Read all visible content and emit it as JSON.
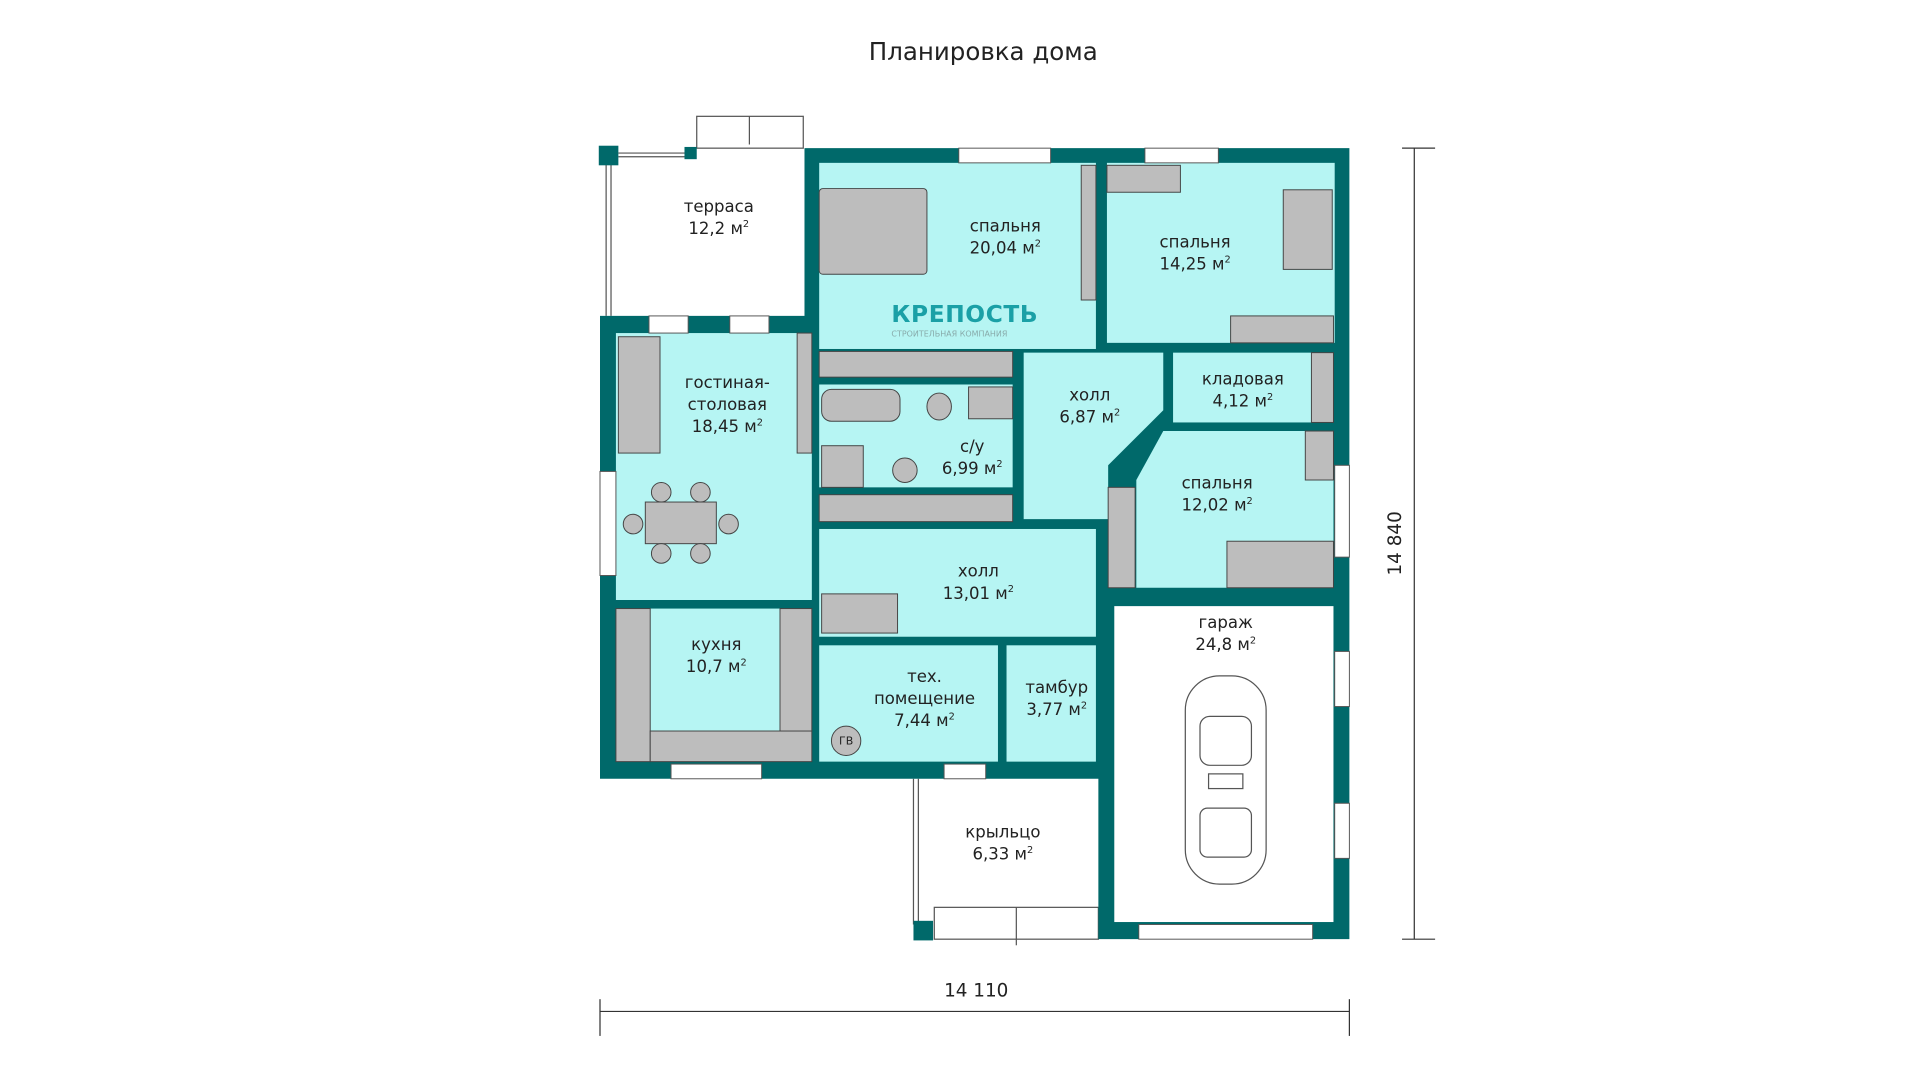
{
  "title": "Планировка дома",
  "colors": {
    "wall": "#00696a",
    "room": "#b6f5f3",
    "furniture": "#bdbdbd"
  },
  "logo": {
    "name": "КРЕПОСТЬ",
    "subtitle": "СТРОИТЕЛЬНАЯ КОМПАНИЯ"
  },
  "dimensions": {
    "width": "14 110",
    "height": "14 840"
  },
  "unit": "м",
  "rooms": [
    {
      "name": "терраса",
      "area": "12,2"
    },
    {
      "name": "спальня",
      "area": "20,04"
    },
    {
      "name": "спальня",
      "area": "14,25"
    },
    {
      "name": "гостиная-",
      "name2": "столовая",
      "area": "18,45"
    },
    {
      "name": "холл",
      "area": "6,87"
    },
    {
      "name": "кладовая",
      "area": "4,12"
    },
    {
      "name": "с/у",
      "area": "6,99"
    },
    {
      "name": "спальня",
      "area": "12,02"
    },
    {
      "name": "холл",
      "area": "13,01"
    },
    {
      "name": "гараж",
      "area": "24,8"
    },
    {
      "name": "кухня",
      "area": "10,7"
    },
    {
      "name": "тех.",
      "name2": "помещение",
      "area": "7,44"
    },
    {
      "name": "тамбур",
      "area": "3,77"
    },
    {
      "name": "крыльцо",
      "area": "6,33"
    }
  ],
  "boiler_label": "ГВ"
}
